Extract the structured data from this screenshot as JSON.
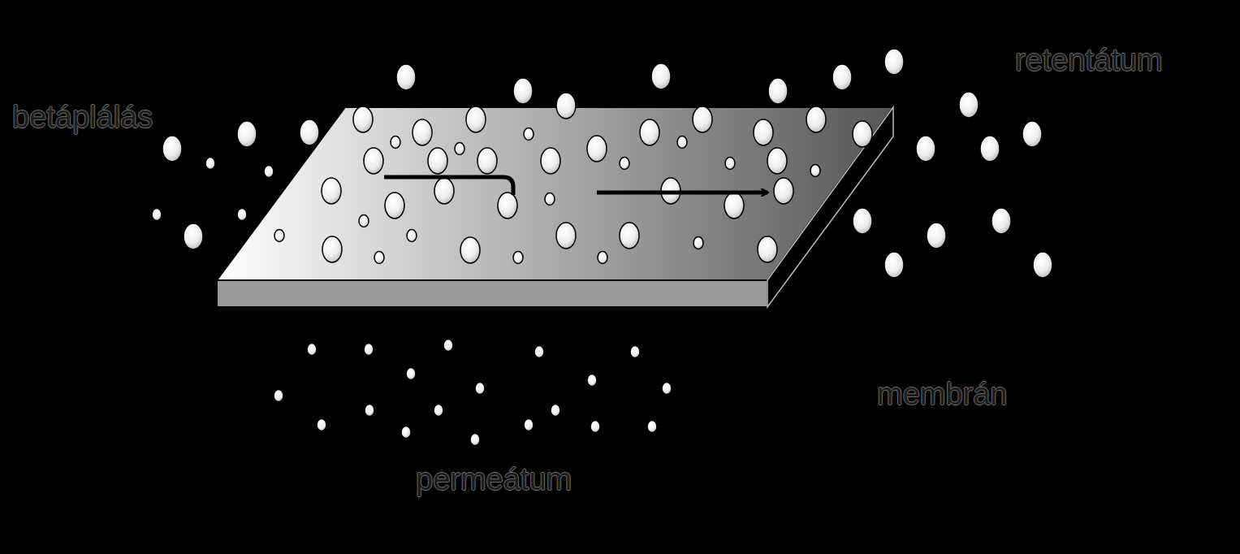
{
  "diagram": {
    "labels": [
      "betáplálás",
      "retentátum",
      "membrán",
      "permeátum"
    ]
  }
}
